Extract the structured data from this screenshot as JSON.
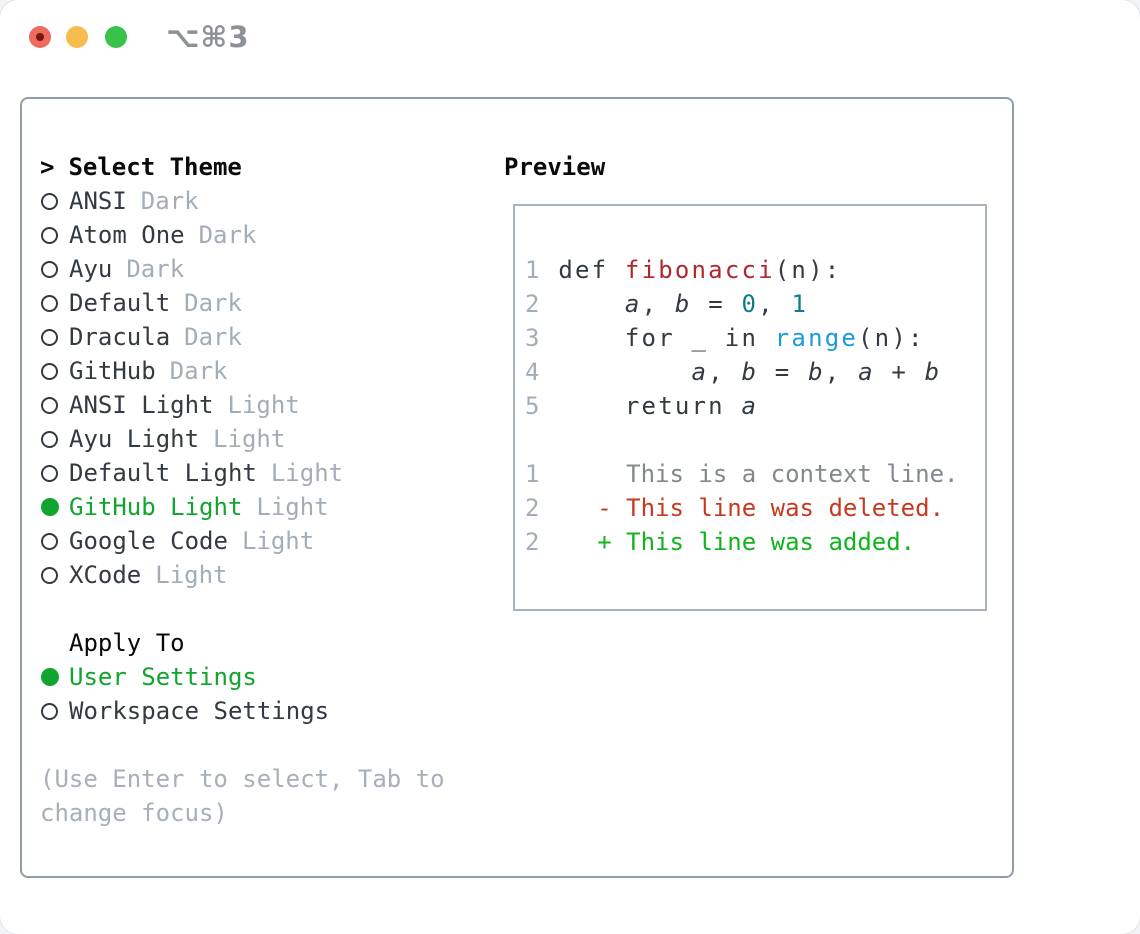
{
  "window": {
    "title": "⌥⌘3"
  },
  "titlebar_icons": [
    "close-light",
    "minimize-light",
    "zoom-light"
  ],
  "theme_picker": {
    "caret": ">",
    "header": "Select Theme",
    "items": [
      {
        "name": "ANSI",
        "variant": "Dark",
        "selected": false
      },
      {
        "name": "Atom One",
        "variant": "Dark",
        "selected": false
      },
      {
        "name": "Ayu",
        "variant": "Dark",
        "selected": false
      },
      {
        "name": "Default",
        "variant": "Dark",
        "selected": false
      },
      {
        "name": "Dracula",
        "variant": "Dark",
        "selected": false
      },
      {
        "name": "GitHub",
        "variant": "Dark",
        "selected": false
      },
      {
        "name": "ANSI Light",
        "variant": "Light",
        "selected": false
      },
      {
        "name": "Ayu Light",
        "variant": "Light",
        "selected": false
      },
      {
        "name": "Default Light",
        "variant": "Light",
        "selected": false
      },
      {
        "name": "GitHub Light",
        "variant": "Light",
        "selected": true
      },
      {
        "name": "Google Code",
        "variant": "Light",
        "selected": false
      },
      {
        "name": "XCode",
        "variant": "Light",
        "selected": false
      }
    ],
    "apply_to": {
      "header": "Apply To",
      "options": [
        {
          "label": "User Settings",
          "selected": true
        },
        {
          "label": "Workspace Settings",
          "selected": false
        }
      ]
    },
    "hint_lines": [
      "(Use Enter to select, Tab to",
      "change focus)"
    ]
  },
  "preview": {
    "header": "Preview",
    "code_lines": [
      {
        "num": "1",
        "segments": [
          {
            "t": "def ",
            "c": "d"
          },
          {
            "t": "fibonacci",
            "c": "fn"
          },
          {
            "t": "(n):",
            "c": "d"
          }
        ]
      },
      {
        "num": "2",
        "segments": [
          {
            "t": "    ",
            "c": "d"
          },
          {
            "t": "a",
            "c": "v"
          },
          {
            "t": ", ",
            "c": "d"
          },
          {
            "t": "b",
            "c": "v"
          },
          {
            "t": " = ",
            "c": "d"
          },
          {
            "t": "0",
            "c": "n"
          },
          {
            "t": ", ",
            "c": "d"
          },
          {
            "t": "1",
            "c": "n"
          }
        ]
      },
      {
        "num": "3",
        "segments": [
          {
            "t": "    for _ in ",
            "c": "d"
          },
          {
            "t": "range",
            "c": "b"
          },
          {
            "t": "(n):",
            "c": "d"
          }
        ]
      },
      {
        "num": "4",
        "segments": [
          {
            "t": "        ",
            "c": "d"
          },
          {
            "t": "a",
            "c": "v"
          },
          {
            "t": ", ",
            "c": "d"
          },
          {
            "t": "b",
            "c": "v"
          },
          {
            "t": " = ",
            "c": "d"
          },
          {
            "t": "b",
            "c": "v"
          },
          {
            "t": ", ",
            "c": "d"
          },
          {
            "t": "a",
            "c": "v"
          },
          {
            "t": " + ",
            "c": "d"
          },
          {
            "t": "b",
            "c": "v"
          }
        ]
      },
      {
        "num": "5",
        "segments": [
          {
            "t": "    return ",
            "c": "d"
          },
          {
            "t": "a",
            "c": "v"
          }
        ]
      }
    ],
    "diff_lines": [
      {
        "num": "1",
        "text": "      This is a context line.",
        "type": "context"
      },
      {
        "num": "2",
        "text": "    - This line was deleted.",
        "type": "deleted"
      },
      {
        "num": "2",
        "text": "    + This line was added.",
        "type": "added"
      }
    ]
  },
  "colors": {
    "accent-green": "#11a52f",
    "text-dark": "#343a41",
    "text-black": "#0a0a0a",
    "muted-gray": "#a3adb8",
    "hint-gray": "#a6afba",
    "fn-red": "#b0262d",
    "num-teal": "#0e7d87",
    "builtin-blue": "#1b9cd8",
    "context-gray": "#81888f",
    "deleted-red": "#c63a1f",
    "added-green": "#10b41c",
    "panel-border": "#929ca9",
    "preview-border": "#aab2bc",
    "traffic-red": "#ed6a5e",
    "traffic-red-dot": "#7a170d",
    "traffic-yellow": "#f6bd4e",
    "traffic-green": "#38c24a",
    "title-gray": "#8d9197",
    "radio-outline": "#333a42"
  }
}
